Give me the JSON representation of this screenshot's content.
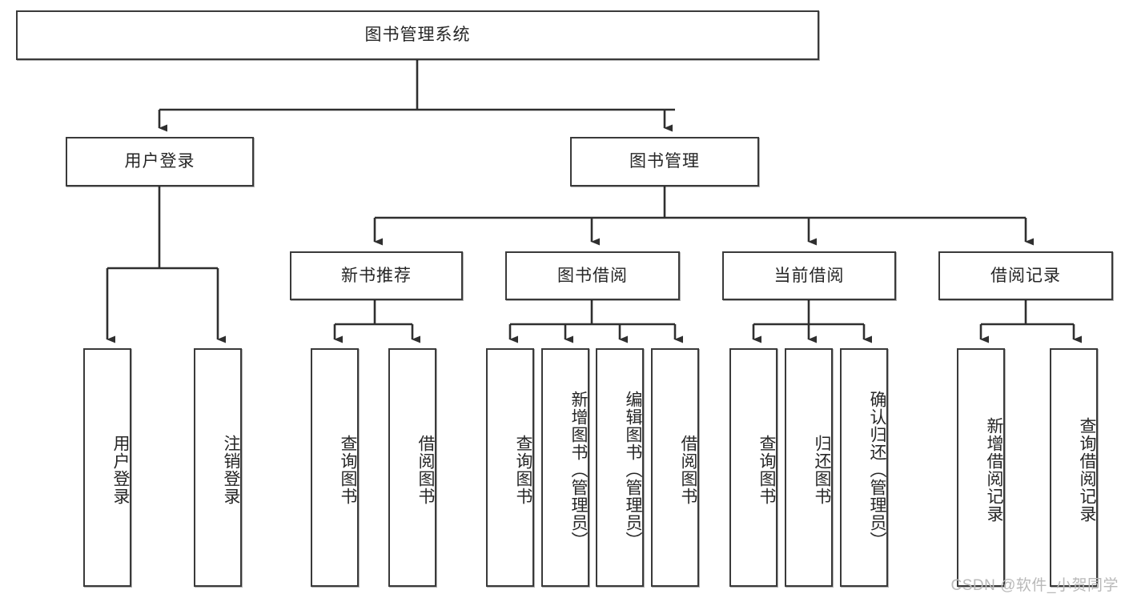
{
  "diagram": {
    "type": "tree-hierarchy-flowchart",
    "title": "图书管理系统",
    "watermark": "CSDN @软件_小贺同学",
    "style": {
      "box_border_color": "#3a3a3a",
      "box_fill_color": "#ffffff",
      "edge_color": "#2f2f2f",
      "text_color": "#262626",
      "background": "#ffffff"
    },
    "levels": {
      "root": {
        "label": "图书管理系统"
      },
      "level1": [
        {
          "id": "user-login",
          "label": "用户登录"
        },
        {
          "id": "book-management",
          "label": "图书管理"
        }
      ],
      "level2": [
        {
          "id": "new-book-recommend",
          "label": "新书推荐",
          "parent": "book-management"
        },
        {
          "id": "book-borrow",
          "label": "图书借阅",
          "parent": "book-management"
        },
        {
          "id": "current-borrow",
          "label": "当前借阅",
          "parent": "book-management"
        },
        {
          "id": "borrow-record",
          "label": "借阅记录",
          "parent": "book-management"
        }
      ],
      "leaves": [
        {
          "id": "leaf-user-login",
          "label": "用户登录",
          "parent": "user-login"
        },
        {
          "id": "leaf-logout-login",
          "label": "注销登录",
          "parent": "user-login"
        },
        {
          "id": "leaf-query-book-1",
          "label": "查询图书",
          "parent": "new-book-recommend"
        },
        {
          "id": "leaf-borrow-book-1",
          "label": "借阅图书",
          "parent": "new-book-recommend"
        },
        {
          "id": "leaf-query-book-2",
          "label": "查询图书",
          "parent": "book-borrow"
        },
        {
          "id": "leaf-add-book",
          "label": "新增图书（管理员）",
          "parent": "book-borrow"
        },
        {
          "id": "leaf-edit-book",
          "label": "编辑图书（管理员）",
          "parent": "book-borrow"
        },
        {
          "id": "leaf-borrow-book-2",
          "label": "借阅图书",
          "parent": "book-borrow"
        },
        {
          "id": "leaf-query-book-3",
          "label": "查询图书",
          "parent": "current-borrow"
        },
        {
          "id": "leaf-return-book",
          "label": "归还图书",
          "parent": "current-borrow"
        },
        {
          "id": "leaf-confirm-return",
          "label": "确认归还（管理员）",
          "parent": "current-borrow"
        },
        {
          "id": "leaf-add-record",
          "label": "新增借阅记录",
          "parent": "borrow-record"
        },
        {
          "id": "leaf-query-record",
          "label": "查询借阅记录",
          "parent": "borrow-record"
        }
      ]
    }
  }
}
